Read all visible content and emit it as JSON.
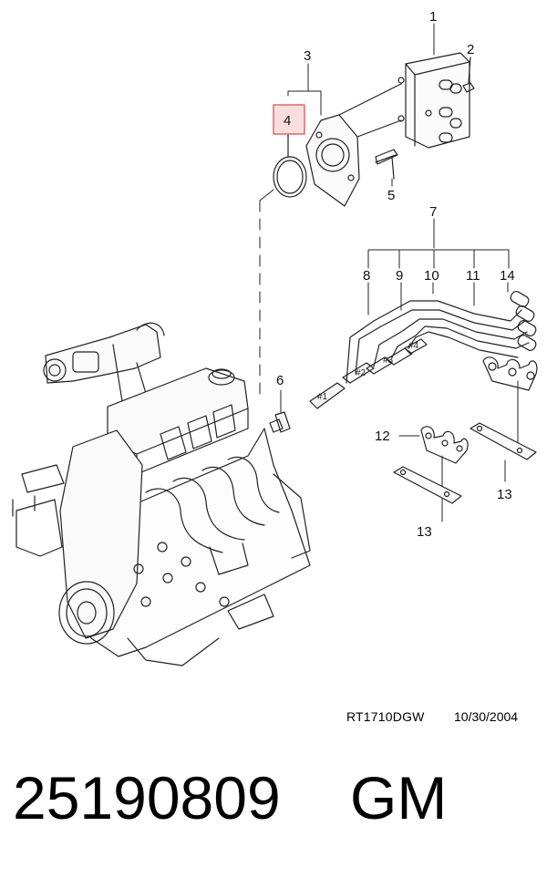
{
  "diagram": {
    "callouts": {
      "c1": "1",
      "c2": "2",
      "c3": "3",
      "c4": "4",
      "c5": "5",
      "c6": "6",
      "c7": "7",
      "c8": "8",
      "c9": "9",
      "c10": "10",
      "c11": "11",
      "c12": "12",
      "c13a": "13",
      "c13b": "13",
      "c14": "14"
    },
    "highlight_color": "#e06a6a",
    "highlight_fill": "#f9dede",
    "cylinder_marks": [
      "#1",
      "#2",
      "#3",
      "#4"
    ]
  },
  "footer": {
    "ref_code": "RT1710DGW",
    "ref_date": "10/30/2004",
    "part_number": "25190809",
    "brand": "GM"
  }
}
